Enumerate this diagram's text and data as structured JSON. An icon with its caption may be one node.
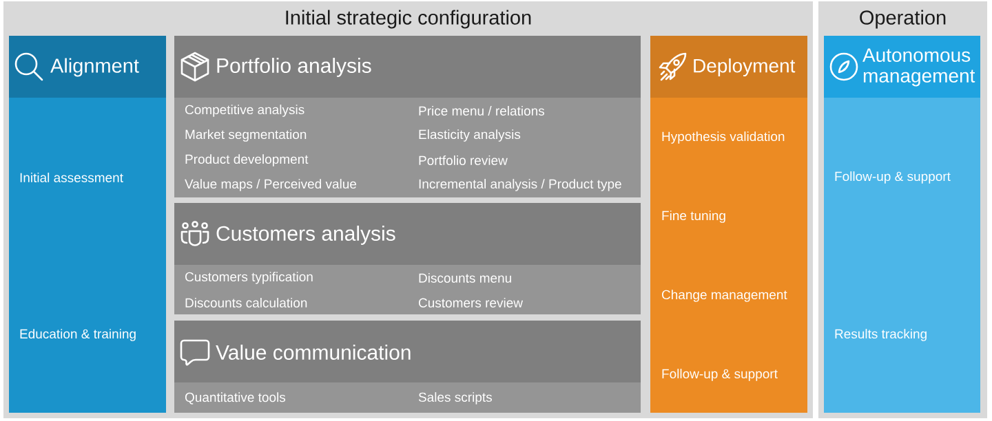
{
  "diagram": {
    "nodes": [
      {
        "text": [
          "Initial strategic configuration"
        ]
      },
      {
        "text": [
          "Alignment",
          "Initial assessment",
          "Education & training"
        ],
        "in": 0
      },
      {
        "text": [
          "Portfolio analysis",
          "Competitive analysis",
          "Price menu / relations",
          "Market segmentation",
          "Elasticity analysis",
          "Product development",
          "Portfolio review",
          "Value maps / Perceived value",
          "Incremental analysis / Product type"
        ],
        "in": 0
      },
      {
        "text": [
          "Customers analysis",
          "Customers typification",
          "Discounts menu",
          "Discounts calculation",
          "Customers review"
        ],
        "in": 0
      },
      {
        "text": [
          "Value communication",
          "Quantitative tools",
          "Sales scripts"
        ],
        "in": 0
      },
      {
        "text": [
          "Deployment",
          "Hypothesis validation",
          "Fine tuning",
          "Change management",
          "Follow-up & support"
        ],
        "in": 0
      },
      {
        "text": [
          "Operation"
        ]
      },
      {
        "text": [
          "Autonomous management",
          "Follow-up & support",
          "Results tracking"
        ],
        "in": 6
      }
    ]
  }
}
